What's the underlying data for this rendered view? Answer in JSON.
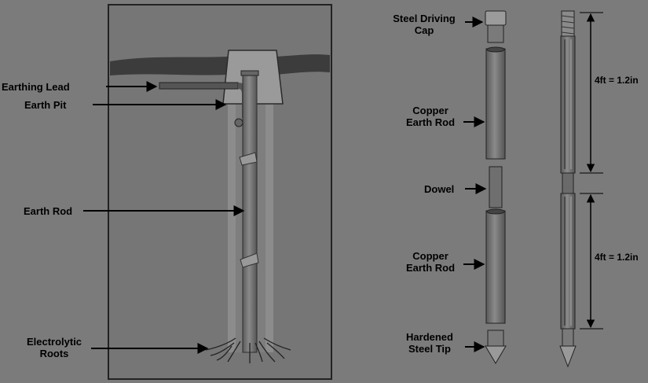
{
  "left_diagram": {
    "labels": {
      "earthing_lead": "Earthing Lead",
      "earth_pit": "Earth Pit",
      "earth_rod": "Earth Rod",
      "electrolytic_roots_line1": "Electrolytic",
      "electrolytic_roots_line2": "Roots"
    }
  },
  "right_diagram": {
    "labels": {
      "steel_driving_cap_line1": "Steel Driving",
      "steel_driving_cap_line2": "Cap",
      "copper_earth_rod_top_line1": "Copper",
      "copper_earth_rod_top_line2": "Earth Rod",
      "dowel": "Dowel",
      "copper_earth_rod_bottom_line1": "Copper",
      "copper_earth_rod_bottom_line2": "Earth Rod",
      "hardened_steel_tip_line1": "Hardened",
      "hardened_steel_tip_line2": "Steel Tip"
    },
    "dimensions": {
      "upper": "4ft = 1.2in",
      "lower": "4ft = 1.2in"
    }
  },
  "colors": {
    "background": "#7b7b7b",
    "ground": "#7a7a7a",
    "topsoil": "#3c3c3c",
    "rod": "#6e6e6e",
    "roots_zone": "#8e8e8e"
  }
}
